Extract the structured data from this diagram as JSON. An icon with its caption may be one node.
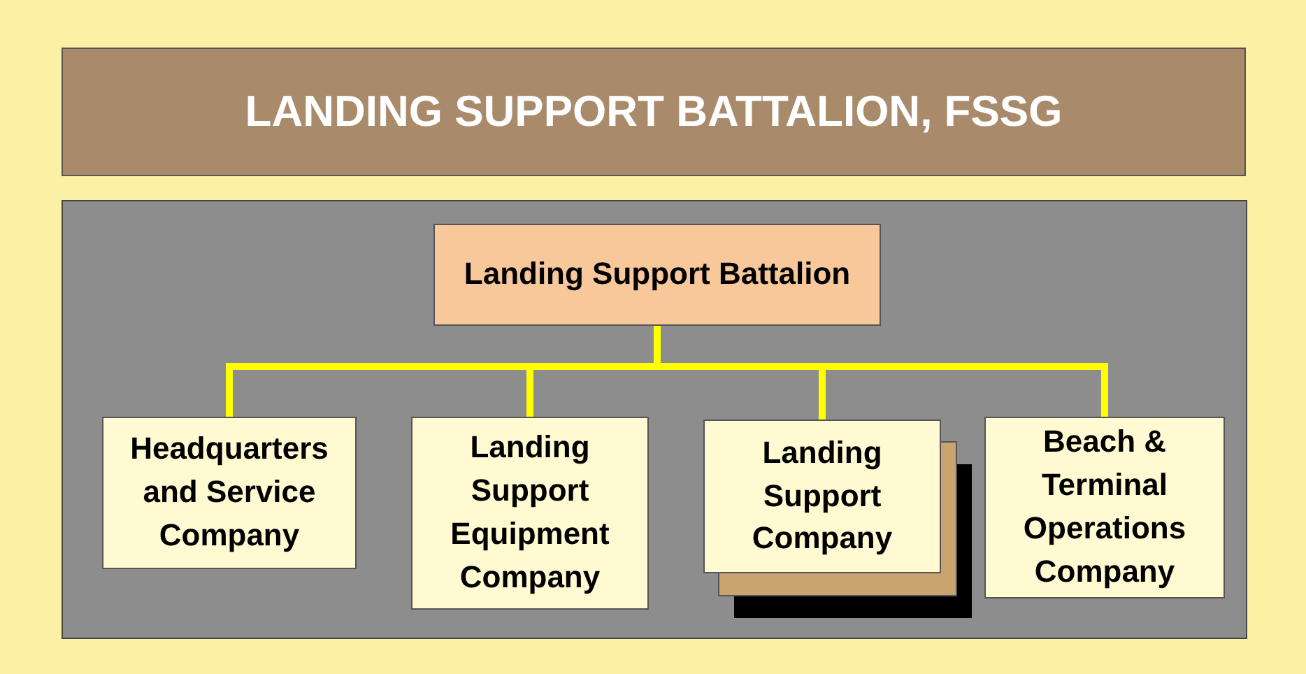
{
  "diagram": {
    "nodes": [
      {
        "text": [
          "LANDING SUPPORT BATTALION, FSSG"
        ]
      },
      {
        "text": [
          "Landing Support Battalion"
        ]
      },
      {
        "text": [
          "Headquarters and Service Company"
        ]
      },
      {
        "text": [
          "Landing Support Equipment Company"
        ]
      },
      {
        "text": [
          "Landing Support Company"
        ]
      },
      {
        "text": [
          "Beach & Terminal Operations Company"
        ]
      }
    ],
    "edges": [
      {
        "from": 1,
        "to": 2,
        "arrow": "none"
      },
      {
        "from": 1,
        "to": 3,
        "arrow": "none"
      },
      {
        "from": 1,
        "to": 4,
        "arrow": "none"
      },
      {
        "from": 1,
        "to": 5,
        "arrow": "none"
      }
    ]
  }
}
